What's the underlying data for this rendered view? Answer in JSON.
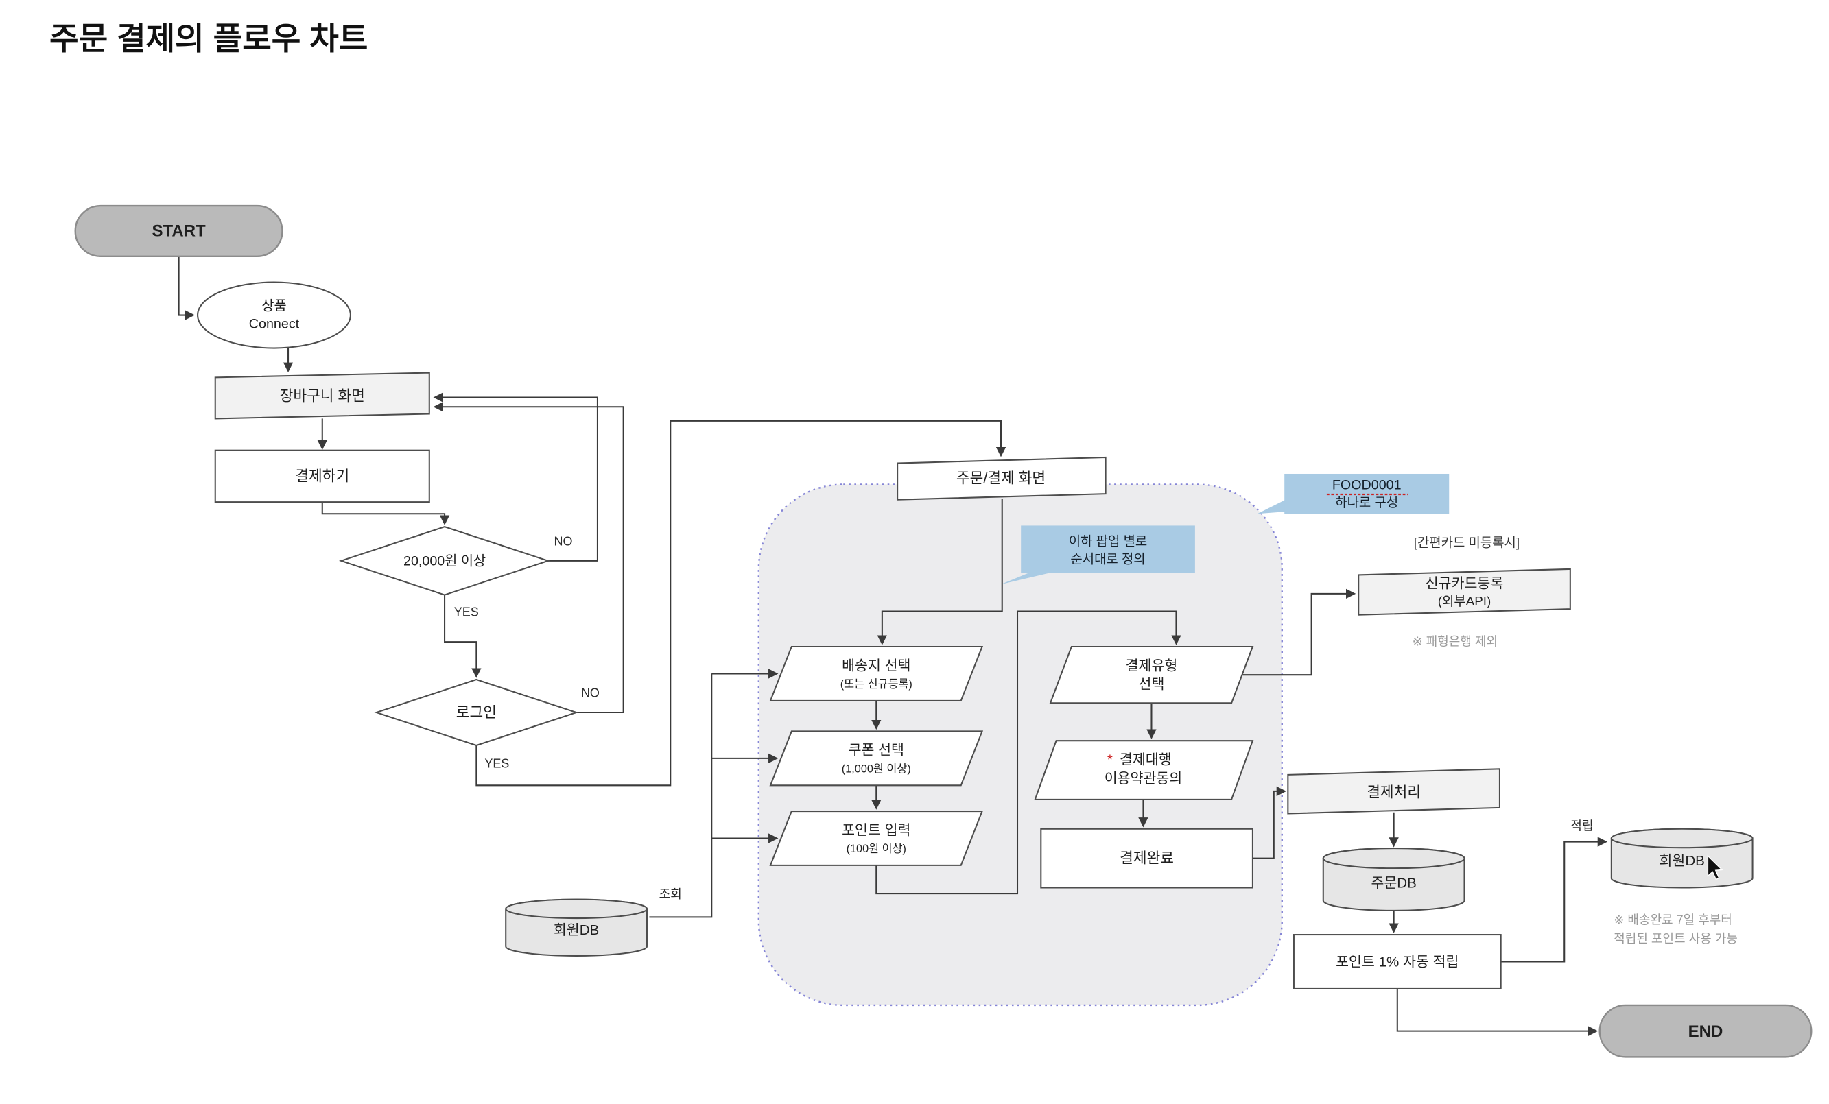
{
  "page_title": "주문 결제의 플로우 차트",
  "nodes": {
    "start": {
      "label": "START"
    },
    "product_connect": {
      "line1": "상품",
      "line2": "Connect"
    },
    "cart_screen": {
      "label": "장바구니 화면"
    },
    "checkout": {
      "label": "결제하기"
    },
    "amount_check": {
      "label": "20,000원 이상"
    },
    "login_check": {
      "label": "로그인"
    },
    "order_screen": {
      "label": "주문/결제 화면"
    },
    "delivery_select": {
      "line1": "배송지 선택",
      "line2": "(또는 신규등록)"
    },
    "coupon_select": {
      "line1": "쿠폰 선택",
      "line2": "(1,000원 이상)"
    },
    "point_input": {
      "line1": "포인트 입력",
      "line2": "(100원 이상)"
    },
    "pay_type_select": {
      "line1": "결제유형",
      "line2": "선택"
    },
    "pg_agreement": {
      "star": "*",
      "line1": "결제대행",
      "line2": "이용약관동의"
    },
    "pay_complete": {
      "label": "결제완료"
    },
    "new_card": {
      "line1": "신규카드등록",
      "line2": "(외부API)"
    },
    "pay_process": {
      "label": "결제처리"
    },
    "order_db": {
      "label": "주문DB"
    },
    "member_db_left": {
      "label": "회원DB"
    },
    "member_db_right": {
      "label": "회원DB"
    },
    "point_save": {
      "label": "포인트 1% 자동 적립"
    },
    "end": {
      "label": "END"
    }
  },
  "edge_labels": {
    "amount_no": "NO",
    "amount_yes": "YES",
    "login_no": "NO",
    "login_yes": "YES",
    "query": "조회",
    "save": "적립"
  },
  "notes": {
    "card_condition": "[간편카드 미등록시]",
    "bank_exclude": "※ 패형은행 제외",
    "point_note1": "※ 배송완료 7일 후부터",
    "point_note2": "적립된 포인트 사용 가능"
  },
  "callouts": {
    "popup_order": {
      "line1": "이하 팝업 별로",
      "line2": "순서대로 정의"
    },
    "food_code": {
      "line1": "FOOD0001",
      "line2": "하나로 구성"
    }
  },
  "colors": {
    "terminal_fill": "#bababa",
    "callout_fill": "#a9cbe4",
    "container_fill": "#ececee",
    "container_border": "#8585d6",
    "note_gray": "#9a9a9a",
    "line": "#3a3a3a",
    "red_mark": "#cc2222"
  }
}
